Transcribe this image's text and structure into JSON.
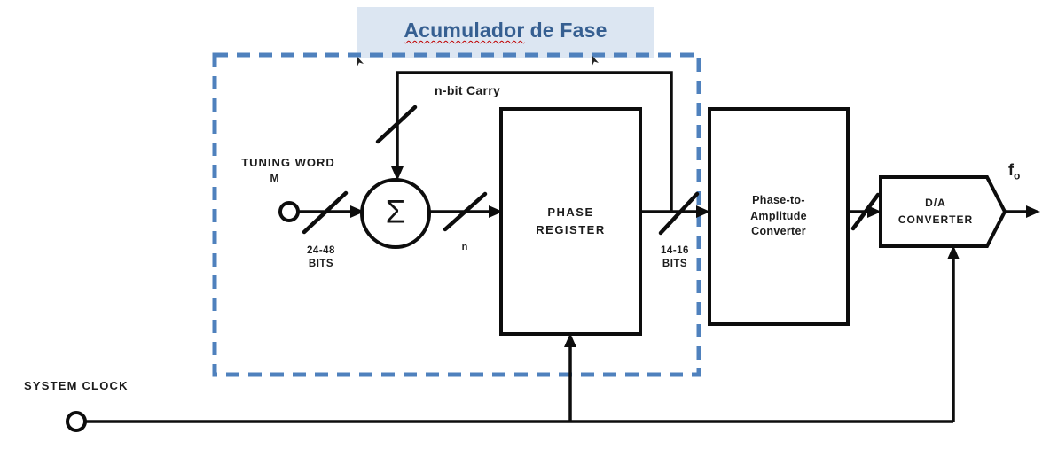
{
  "diagram": {
    "banner": {
      "title_word": "Acumulador",
      "title_rest": "de Fase"
    },
    "labels": {
      "tuning_word": "TUNING WORD",
      "tuning_word_m": "M",
      "input_bus_line1": "24-48",
      "input_bus_line2": "BITS",
      "carry": "n-bit Carry",
      "adder_symbol": "Σ",
      "adder_out_bus": "n",
      "output_bus_line1": "14-16",
      "output_bus_line2": "BITS",
      "system_clock": "SYSTEM CLOCK",
      "freq_out": "f",
      "freq_out_sub": "o"
    },
    "blocks": {
      "phase_register_line1": "PHASE",
      "phase_register_line2": "REGISTER",
      "p2a_line1": "Phase-to-",
      "p2a_line2": "Amplitude",
      "p2a_line3": "Converter",
      "dac_line1": "D/A",
      "dac_line2": "CONVERTER"
    },
    "colors": {
      "accent_blue": "#4f81bd",
      "banner_bg": "#dce6f2",
      "title_text": "#365f91",
      "spellcheck_red": "#c00000",
      "line_black": "#0d0d0d"
    }
  }
}
